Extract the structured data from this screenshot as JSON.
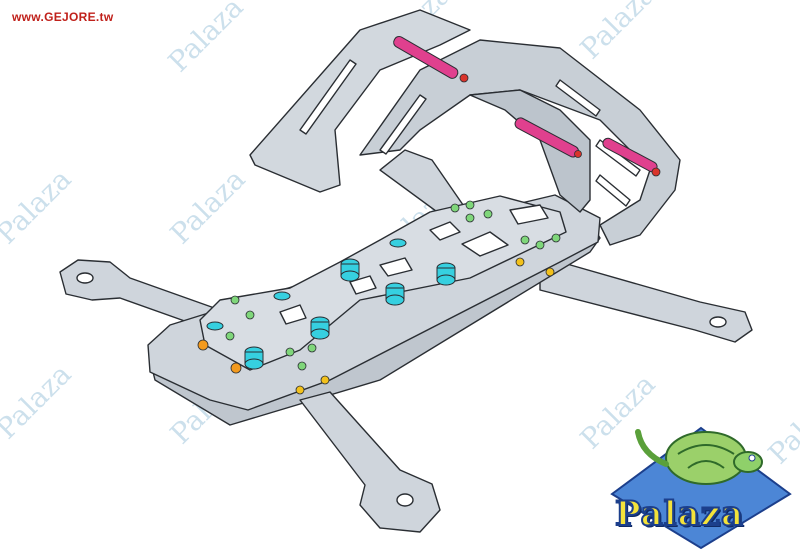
{
  "site": {
    "url": "www.GEJORE.tw"
  },
  "watermark": {
    "text": "Palaza"
  },
  "logo": {
    "text": "Palaza"
  },
  "colors": {
    "frame_fill": "#cfd5dc",
    "frame_stroke": "#2a2e33",
    "standoff_magenta": "#e0408e",
    "nut_cyan": "#36d0e0",
    "screw_green": "#7fd67a",
    "screw_orange": "#f39a1e",
    "screw_yellow": "#f2c11c",
    "accent_red": "#d9342b"
  }
}
